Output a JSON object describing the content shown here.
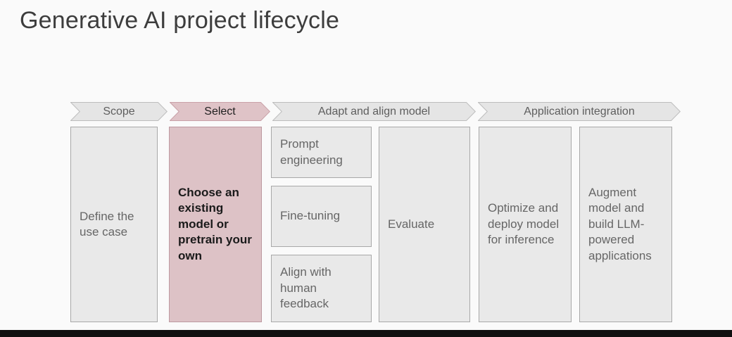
{
  "title": "Generative AI project lifecycle",
  "phases": {
    "scope": {
      "label": "Scope"
    },
    "select": {
      "label": "Select"
    },
    "adapt": {
      "label": "Adapt and align model"
    },
    "integration": {
      "label": "Application integration"
    }
  },
  "boxes": {
    "define": "Define the use case",
    "choose": "Choose an existing model or pretrain your own",
    "prompt": "Prompt engineering",
    "finetune": "Fine-tuning",
    "align": "Align with human feedback",
    "evaluate": "Evaluate",
    "optimize": "Optimize and deploy model for inference",
    "augment": "Augment model and build LLM-powered applications"
  },
  "colors": {
    "highlight_pink_fill": "#ddc2c6",
    "highlight_pink_border": "#bd99a0",
    "box_gray_fill": "#e9e9e9",
    "box_gray_border": "#a8a8a8",
    "arrow_gray_fill": "#e5e5e5",
    "text_gray": "#666666",
    "title_color": "#3d3d3d",
    "bottom_bar": "#101010"
  }
}
